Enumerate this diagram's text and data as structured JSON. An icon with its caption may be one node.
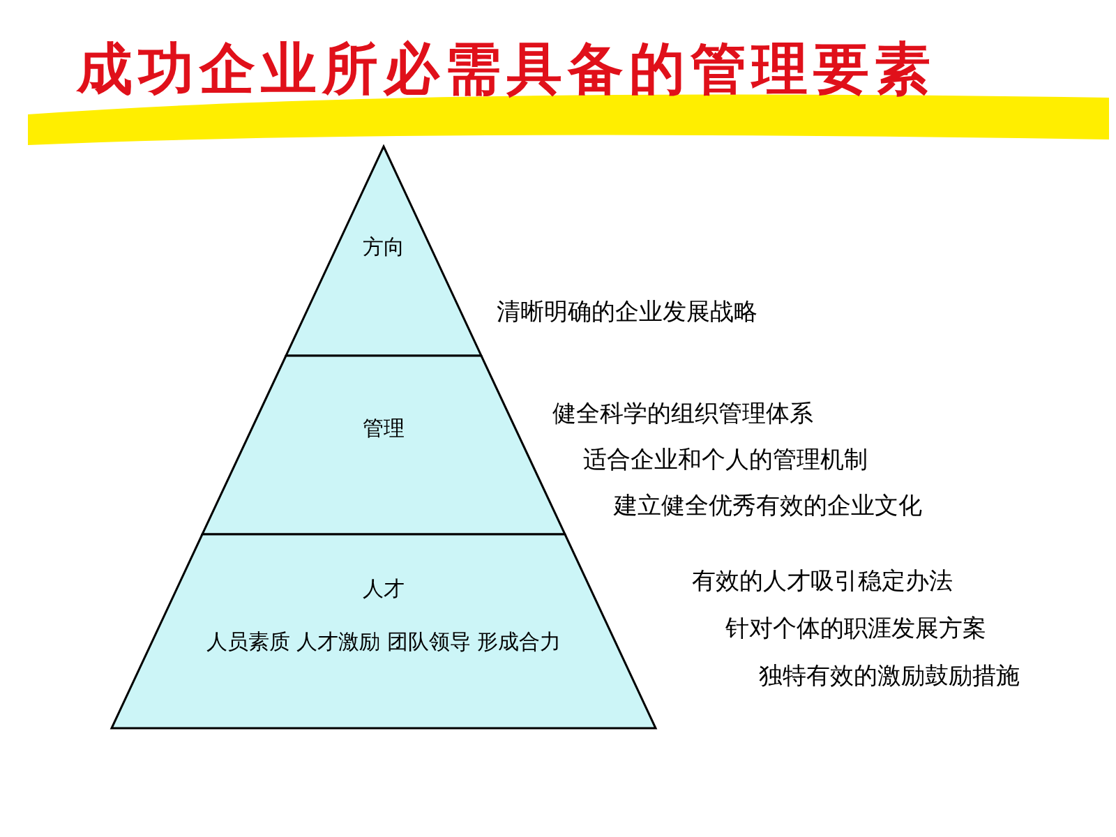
{
  "diagram": {
    "title": "成功企业所必需具备的管理要素",
    "nodes": [
      {
        "text": [
          "方向"
        ],
        "beside": [
          "清晰明确的企业发展战略"
        ]
      },
      {
        "text": [
          "管理"
        ],
        "beside": [
          "健全科学的组织管理体系",
          "适合企业和个人的管理机制",
          "建立健全优秀有效的企业文化"
        ]
      },
      {
        "text": [
          "人才",
          "人员素质 人才激励 团队领导 形成合力"
        ],
        "beside": [
          "有效的人才吸引稳定办法",
          "针对个体的职涯发展方案",
          "独特有效的激励鼓励措施"
        ]
      }
    ],
    "edges": []
  }
}
